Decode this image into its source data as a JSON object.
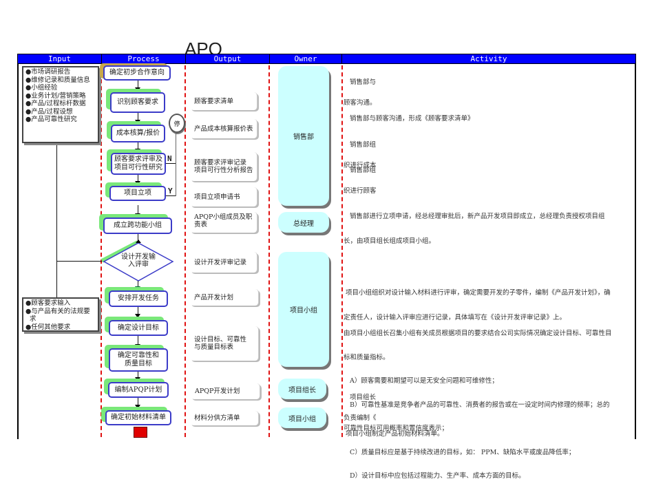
{
  "title": "APQ",
  "headers": [
    "Input",
    "Process",
    "Output",
    "Owner",
    "Activity"
  ],
  "inputs": {
    "group1": [
      "●市场调研报告",
      "●维修记录和质量信息",
      "●小组经验",
      "●业务计划/营销策略",
      "●产品/过程标杆数据",
      "●产品/过程设想",
      "●产品可靠性研究"
    ],
    "group2": [
      "●顾客要求输入",
      "●与产品有关的法规要",
      "  求",
      "●任何其他要求"
    ]
  },
  "process": {
    "steps": [
      "确定初步合作意向",
      "识别顾客要求",
      "成本核算/报价",
      "顾客要求评审及项目可行性研究",
      "项目立项",
      "成立跨功能小组",
      "设计开发输入评审",
      "安排开发任务",
      "确定设计目标",
      "确定可靠性和质量目标",
      "编制APQP计划",
      "确定初始材料清单"
    ],
    "stop_label": "停",
    "no_label": "N",
    "yes_label": "Y"
  },
  "outputs": [
    "顾客要求清单",
    "产品成本核算报价表",
    "顾客要求评审记录\n项目可行性分析报告",
    "项目立项申请书",
    "APQP小组成员及职责表",
    "设计开发评审记录",
    "产品开发计划",
    "设计目标、可靠性与质量目标表",
    "APQP开发计划",
    "材料分供方清单"
  ],
  "owners": [
    "销售部",
    "总经理",
    "项目小组",
    "项目组长",
    "项目小组"
  ],
  "activities": {
    "a1": [
      "   销售部与",
      "顾客沟通。"
    ],
    "a2": [
      "   销售部与顾客沟通，形成《顾客要求清单》"
    ],
    "a3": [
      "   销售部组",
      "织进行成本"
    ],
    "a4": [
      "   销售部组",
      "织进行顾客"
    ],
    "a5": [
      "   销售部进行立项申请，经总经理审批后，新产品开发项目即成立，总经理负责授权项目组",
      "长，由项目组长组成项目小组。"
    ],
    "a6": [
      " 项目小组组织对设计输入材料进行评审，确定需要开发的子零件，编制《产品开发计划》，确",
      "定责任人，设计输入评审应进行记录，具体填写在《设计开发评审记录》上。"
    ],
    "a7": [
      "由项目小组组长召集小组有关成员根据项目的要求结合公司实际情况确定设计目标、可靠性目",
      "标和质量指标。",
      "   A）顾客需要和期望可以是无安全问题和可维修性；",
      "   B）可靠性基准是竞争者产品的可靠性、消费者的报告或在一设定时间内修理的频率；总的",
      "可靠性目标可用概率和置信度表示；",
      "   C）质量目标应是基于持续改进的目标，如： PPM、缺陷水平或废品降低率；",
      "   D）设计目标中应包括过程能力、生产率、成本方面的目标。"
    ],
    "a8": [
      "   项目组长",
      "负责编制《"
    ],
    "a9": [
      " 项目小组制定产品初始材料清单。"
    ]
  },
  "colors": {
    "header_bg": "#0000ff",
    "owner_bg": "#ccffff",
    "lane_divider": "#e01010",
    "process_border": "#3b3bc8",
    "process_shadow": "#7ae87a"
  }
}
